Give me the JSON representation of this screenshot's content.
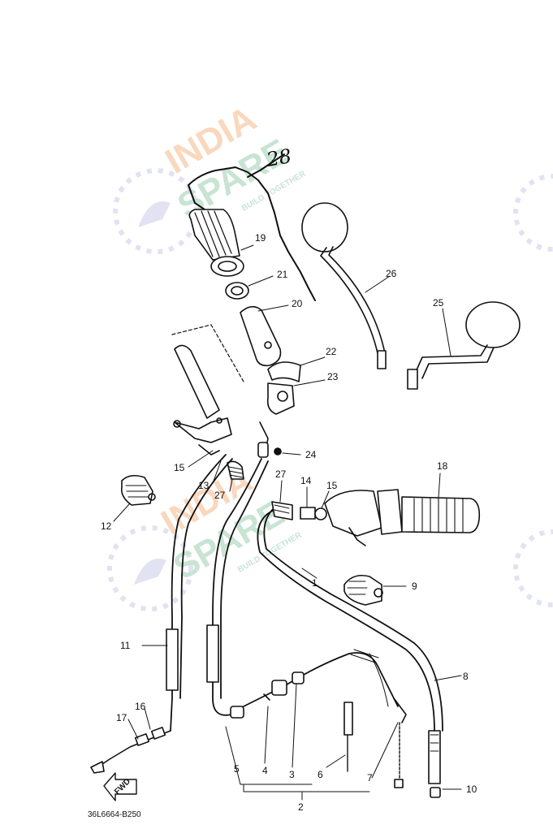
{
  "diagram": {
    "handwritten_label": "28",
    "part_numbers": [
      "1",
      "2",
      "3",
      "4",
      "5",
      "6",
      "7",
      "8",
      "9",
      "10",
      "11",
      "12",
      "13",
      "14",
      "15",
      "16",
      "17",
      "18",
      "19",
      "20",
      "21",
      "22",
      "23",
      "24",
      "25",
      "26",
      "27"
    ],
    "fwd_label": "FWD",
    "drawing_code": "36L6664-B250"
  },
  "watermark": {
    "line1": "INDIA",
    "line2": "SPARE",
    "tagline": "BUILD TOGETHER",
    "colors": {
      "orange": "#f5b98a",
      "green": "#9ccfb0",
      "blue": "#c9cce8"
    }
  }
}
